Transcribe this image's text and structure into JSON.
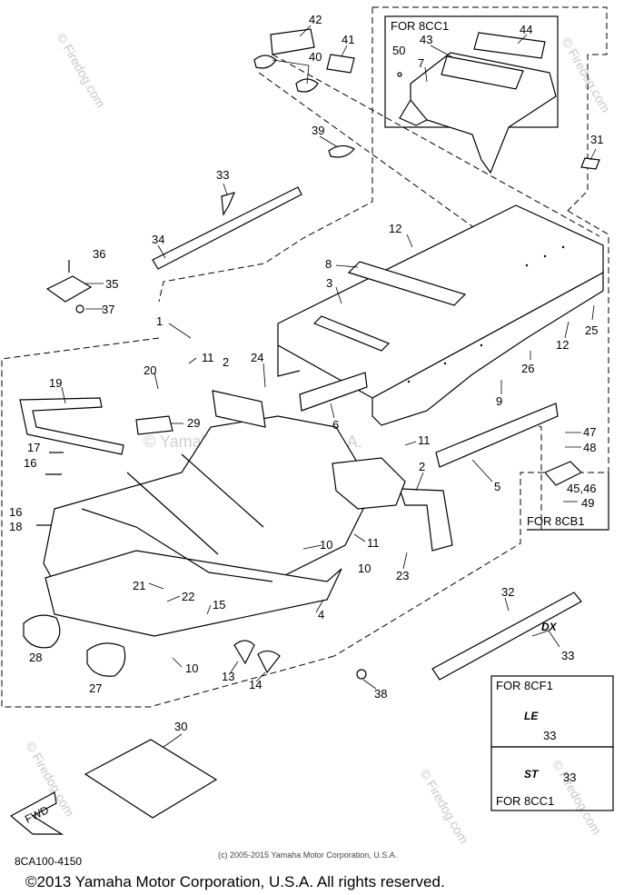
{
  "callouts": [
    {
      "id": "c42",
      "text": "42"
    },
    {
      "id": "c41",
      "text": "41"
    },
    {
      "id": "c40",
      "text": "40"
    },
    {
      "id": "c39",
      "text": "39"
    },
    {
      "id": "c33a",
      "text": "33"
    },
    {
      "id": "c34",
      "text": "34"
    },
    {
      "id": "c36",
      "text": "36"
    },
    {
      "id": "c35",
      "text": "35"
    },
    {
      "id": "c37",
      "text": "37"
    },
    {
      "id": "c1",
      "text": "1"
    },
    {
      "id": "c12a",
      "text": "12"
    },
    {
      "id": "c8",
      "text": "8"
    },
    {
      "id": "c3",
      "text": "3"
    },
    {
      "id": "c25",
      "text": "25"
    },
    {
      "id": "c12b",
      "text": "12"
    },
    {
      "id": "c26",
      "text": "26"
    },
    {
      "id": "c9",
      "text": "9"
    },
    {
      "id": "c11a",
      "text": "11"
    },
    {
      "id": "c20",
      "text": "20"
    },
    {
      "id": "c2a",
      "text": "2"
    },
    {
      "id": "c24",
      "text": "24"
    },
    {
      "id": "c19",
      "text": "19"
    },
    {
      "id": "c29",
      "text": "29"
    },
    {
      "id": "c6",
      "text": "6"
    },
    {
      "id": "c17",
      "text": "17"
    },
    {
      "id": "c16a",
      "text": "16"
    },
    {
      "id": "c11b",
      "text": "11"
    },
    {
      "id": "c5",
      "text": "5"
    },
    {
      "id": "c2b",
      "text": "2"
    },
    {
      "id": "c16b",
      "text": "16"
    },
    {
      "id": "c18",
      "text": "18"
    },
    {
      "id": "c11c",
      "text": "11"
    },
    {
      "id": "c10a",
      "text": "10"
    },
    {
      "id": "c10b",
      "text": "10"
    },
    {
      "id": "c23",
      "text": "23"
    },
    {
      "id": "c21",
      "text": "21"
    },
    {
      "id": "c22",
      "text": "22"
    },
    {
      "id": "c15",
      "text": "15"
    },
    {
      "id": "c4",
      "text": "4"
    },
    {
      "id": "c32",
      "text": "32"
    },
    {
      "id": "c28",
      "text": "28"
    },
    {
      "id": "c27",
      "text": "27"
    },
    {
      "id": "c10c",
      "text": "10"
    },
    {
      "id": "c13",
      "text": "13"
    },
    {
      "id": "c14",
      "text": "14"
    },
    {
      "id": "c38",
      "text": "38"
    },
    {
      "id": "c33b",
      "text": "33"
    },
    {
      "id": "c30",
      "text": "30"
    },
    {
      "id": "c31",
      "text": "31"
    },
    {
      "id": "c47",
      "text": "47"
    },
    {
      "id": "c48",
      "text": "48"
    },
    {
      "id": "c4546",
      "text": "45,46"
    },
    {
      "id": "c49",
      "text": "49"
    },
    {
      "id": "c44",
      "text": "44"
    },
    {
      "id": "c43",
      "text": "43"
    },
    {
      "id": "c50",
      "text": "50"
    },
    {
      "id": "c7",
      "text": "7"
    },
    {
      "id": "c33c",
      "text": "33"
    },
    {
      "id": "c33d",
      "text": "33"
    }
  ],
  "boxes": {
    "for_8cc1_top": "FOR 8CC1",
    "for_8cb1": "FOR 8CB1",
    "for_8cf1": "FOR 8CF1",
    "for_8cc1_bottom": "FOR 8CC1"
  },
  "decals": {
    "le": "LE",
    "st": "ST",
    "dx": "DX"
  },
  "arrow_label": "FWD",
  "watermarks": {
    "firedog": "© Firedog.com",
    "center": "© Yamaha Motor Corp. U.S.A."
  },
  "footer": {
    "diagram_code": "8CA100-4150",
    "small_copyright": "(c) 2005-2015 Yamaha Motor Corporation, U.S.A.",
    "copyright": "©2013 Yamaha Motor Corporation, U.S.A. All rights reserved."
  }
}
